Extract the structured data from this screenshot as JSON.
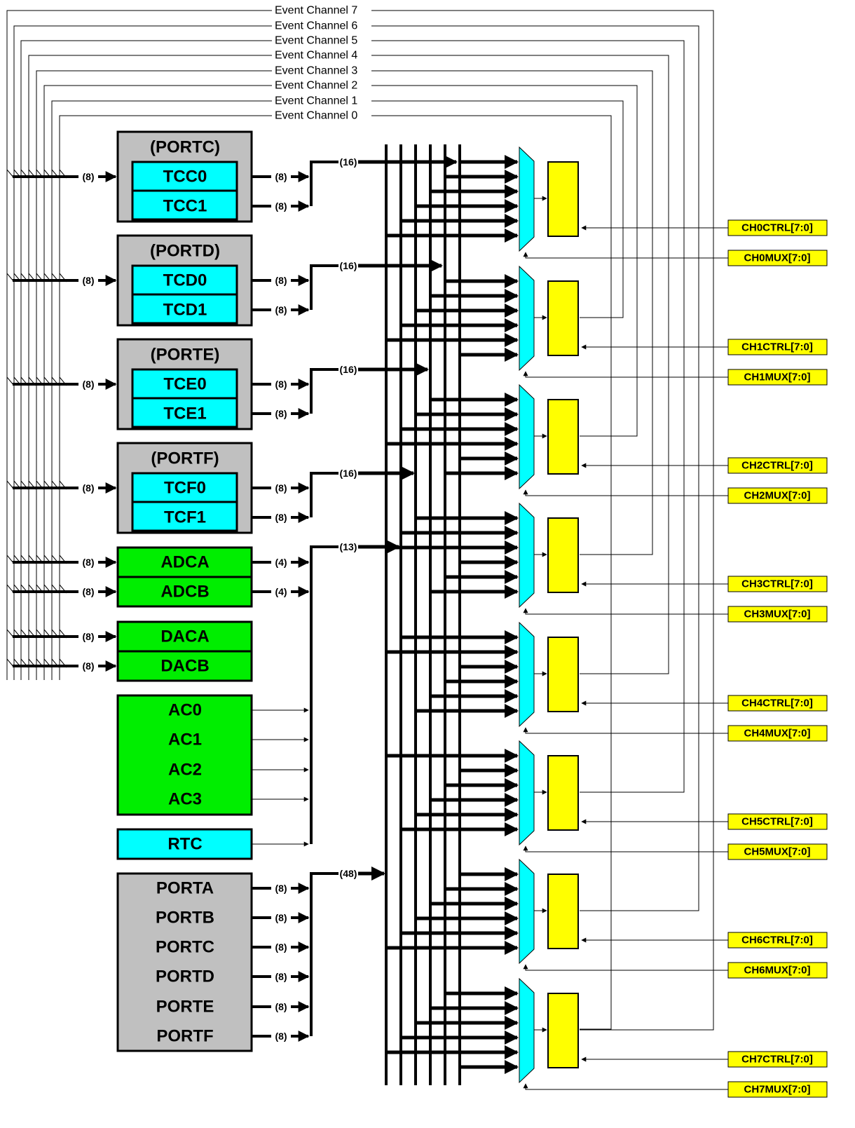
{
  "event_channels": [
    "Event Channel 7",
    "Event Channel 6",
    "Event Channel 5",
    "Event Channel 4",
    "Event Channel 3",
    "Event Channel 2",
    "Event Channel 1",
    "Event Channel 0"
  ],
  "port_groups": [
    {
      "label": "(PORTC)",
      "timers": [
        "TCC0",
        "TCC1"
      ],
      "bus": "(16)"
    },
    {
      "label": "(PORTD)",
      "timers": [
        "TCD0",
        "TCD1"
      ],
      "bus": "(16)"
    },
    {
      "label": "(PORTE)",
      "timers": [
        "TCE0",
        "TCE1"
      ],
      "bus": "(16)"
    },
    {
      "label": "(PORTF)",
      "timers": [
        "TCF0",
        "TCF1"
      ],
      "bus": "(16)"
    }
  ],
  "adc": [
    "ADCA",
    "ADCB"
  ],
  "dac": [
    "DACA",
    "DACB"
  ],
  "ac": [
    "AC0",
    "AC1",
    "AC2",
    "AC3"
  ],
  "rtc": "RTC",
  "ports": [
    "PORTA",
    "PORTB",
    "PORTC",
    "PORTD",
    "PORTE",
    "PORTF"
  ],
  "width_labels": {
    "eight": "(8)",
    "four": "(4)",
    "adc_bus": "(13)",
    "port_bus": "(48)"
  },
  "channels": [
    {
      "ctrl": "CH0CTRL[7:0]",
      "mux": "CH0MUX[7:0]"
    },
    {
      "ctrl": "CH1CTRL[7:0]",
      "mux": "CH1MUX[7:0]"
    },
    {
      "ctrl": "CH2CTRL[7:0]",
      "mux": "CH2MUX[7:0]"
    },
    {
      "ctrl": "CH3CTRL[7:0]",
      "mux": "CH3MUX[7:0]"
    },
    {
      "ctrl": "CH4CTRL[7:0]",
      "mux": "CH4MUX[7:0]"
    },
    {
      "ctrl": "CH5CTRL[7:0]",
      "mux": "CH5MUX[7:0]"
    },
    {
      "ctrl": "CH6CTRL[7:0]",
      "mux": "CH6MUX[7:0]"
    },
    {
      "ctrl": "CH7CTRL[7:0]",
      "mux": "CH7MUX[7:0]"
    }
  ],
  "colors": {
    "cyan": "#00ffff",
    "green": "#00ee00",
    "gray": "#c0c0c0",
    "yellow": "#ffff00"
  }
}
